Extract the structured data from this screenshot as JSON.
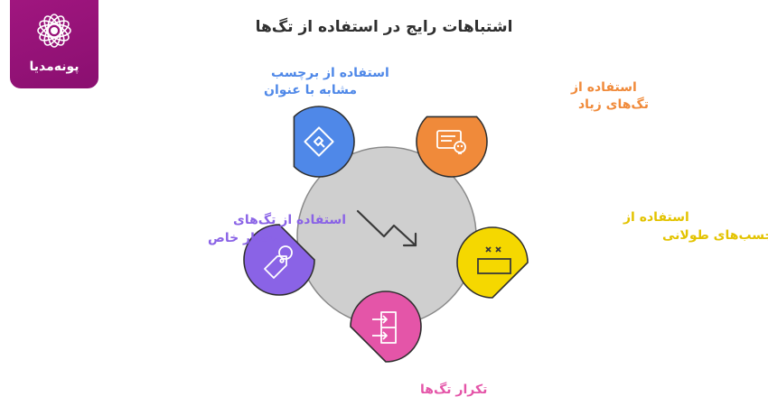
{
  "title": "اشتباهات رایج در استفاده از تگ‌ها",
  "logo": {
    "text": "پونه‌مدیا"
  },
  "items": [
    {
      "line1": "استفاده از برچسب",
      "line2": "مشابه با عنوان",
      "color": "#4f88e8",
      "icon": "tag-frame-icon"
    },
    {
      "line1": "استفاده از",
      "line2": "تگ‌های زیاد",
      "color": "#f08a3a",
      "icon": "skull-card-icon"
    },
    {
      "line1": "استفاده از",
      "line2": "برچسب‌های طولانی",
      "color": "#e8c400",
      "icon": "close-window-icon"
    },
    {
      "line1": "تکرار تگ‌ها",
      "line2": "",
      "color": "#e455a8",
      "icon": "duplicate-arrows-icon"
    },
    {
      "line1": "استفاده از تگ‌های",
      "line2": "بسیار خاص",
      "color": "#8a63e6",
      "icon": "price-tag-icon"
    }
  ]
}
